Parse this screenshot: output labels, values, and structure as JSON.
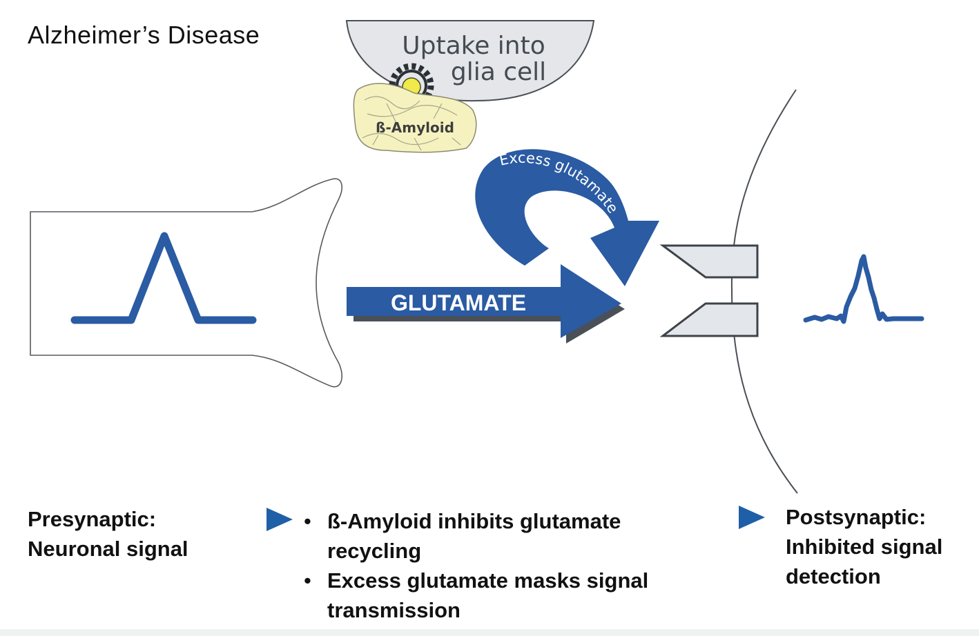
{
  "title": "Alzheimer’s Disease",
  "glia": {
    "label_line1": "Uptake into",
    "label_line2": "glia cell"
  },
  "amyloid": {
    "label": "ß-Amyloid"
  },
  "arrows": {
    "glutamate_label": "GLUTAMATE",
    "excess_label": "Excess glutamate"
  },
  "captions": {
    "presynaptic": {
      "line1": "Presynaptic:",
      "line2": "Neuronal signal"
    },
    "middle": {
      "bullets": [
        {
          "line1": "ß-Amyloid inhibits glutamate",
          "line2": "recycling"
        },
        {
          "line1": "Excess glutamate masks signal",
          "line2": "transmission"
        }
      ]
    },
    "postsynaptic": {
      "line1": "Postsynaptic:",
      "line2": "Inhibited signal",
      "line3": "detection"
    }
  },
  "colors": {
    "primary_blue": "#2a5ba3",
    "arrow_shadow": "#4a5058",
    "receptor_fill": "#e3e6ea",
    "glia_fill": "#e4e6e9",
    "amyloid_fill": "#f5f2c0",
    "text": "#111111"
  },
  "icons": {
    "presynaptic_signal": "clean-spike-waveform",
    "postsynaptic_signal": "noisy-spike-waveform",
    "transporter": "gear-icon",
    "bullet_marker": "triangle-right"
  }
}
